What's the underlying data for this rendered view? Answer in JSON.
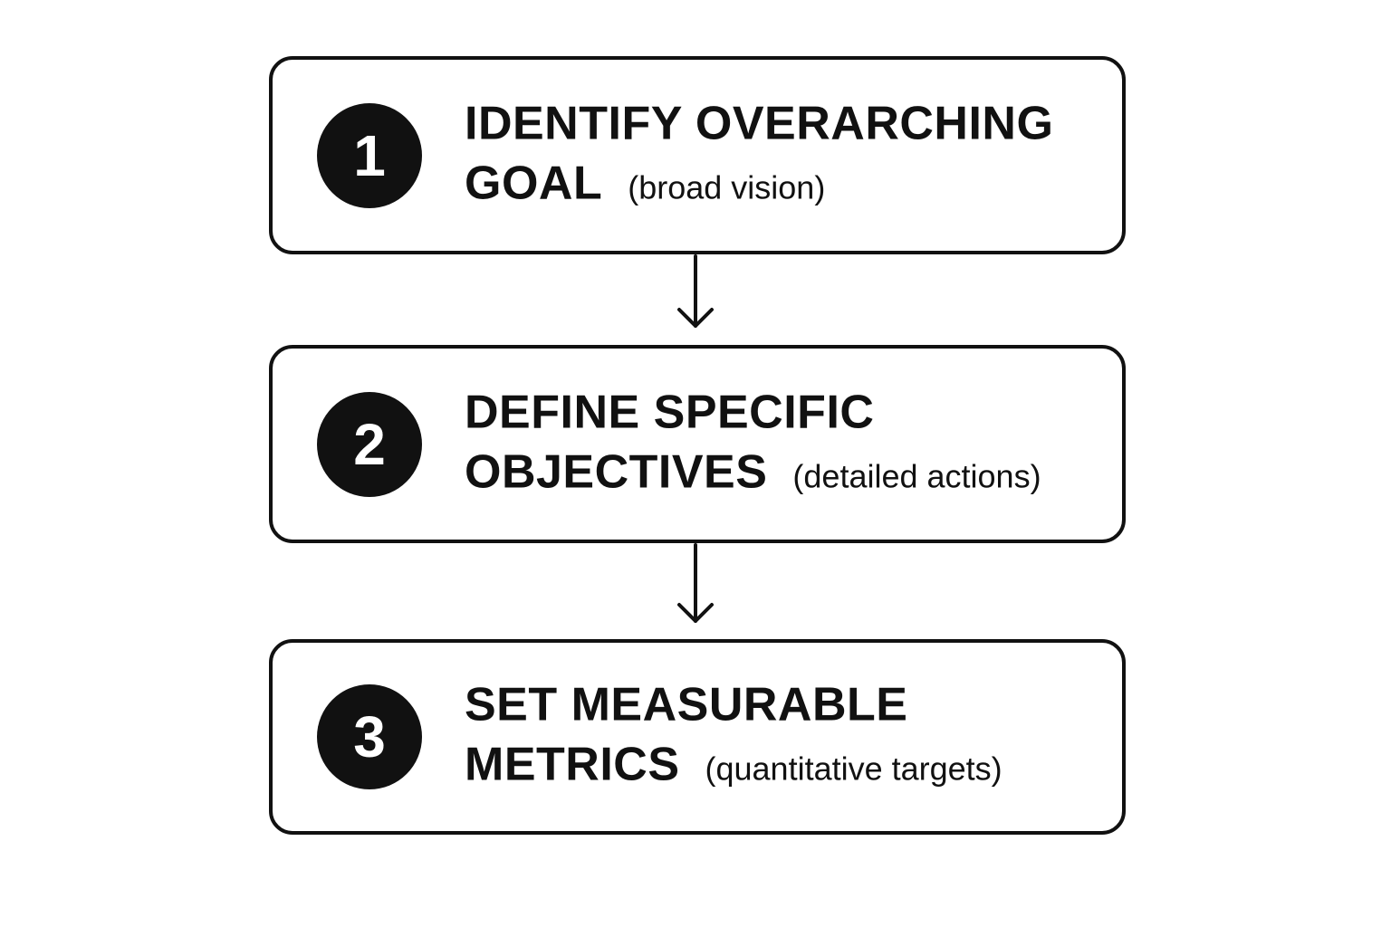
{
  "steps": [
    {
      "number": "1",
      "title_line1": "IDENTIFY OVERARCHING",
      "title_line2": "GOAL",
      "note": "(broad vision)"
    },
    {
      "number": "2",
      "title_line1": "DEFINE SPECIFIC",
      "title_line2": "OBJECTIVES",
      "note": "(detailed actions)"
    },
    {
      "number": "3",
      "title_line1": "SET MEASURABLE",
      "title_line2": "METRICS",
      "note": "(quantitative targets)"
    }
  ],
  "colors": {
    "ink": "#111111",
    "background": "#ffffff"
  }
}
